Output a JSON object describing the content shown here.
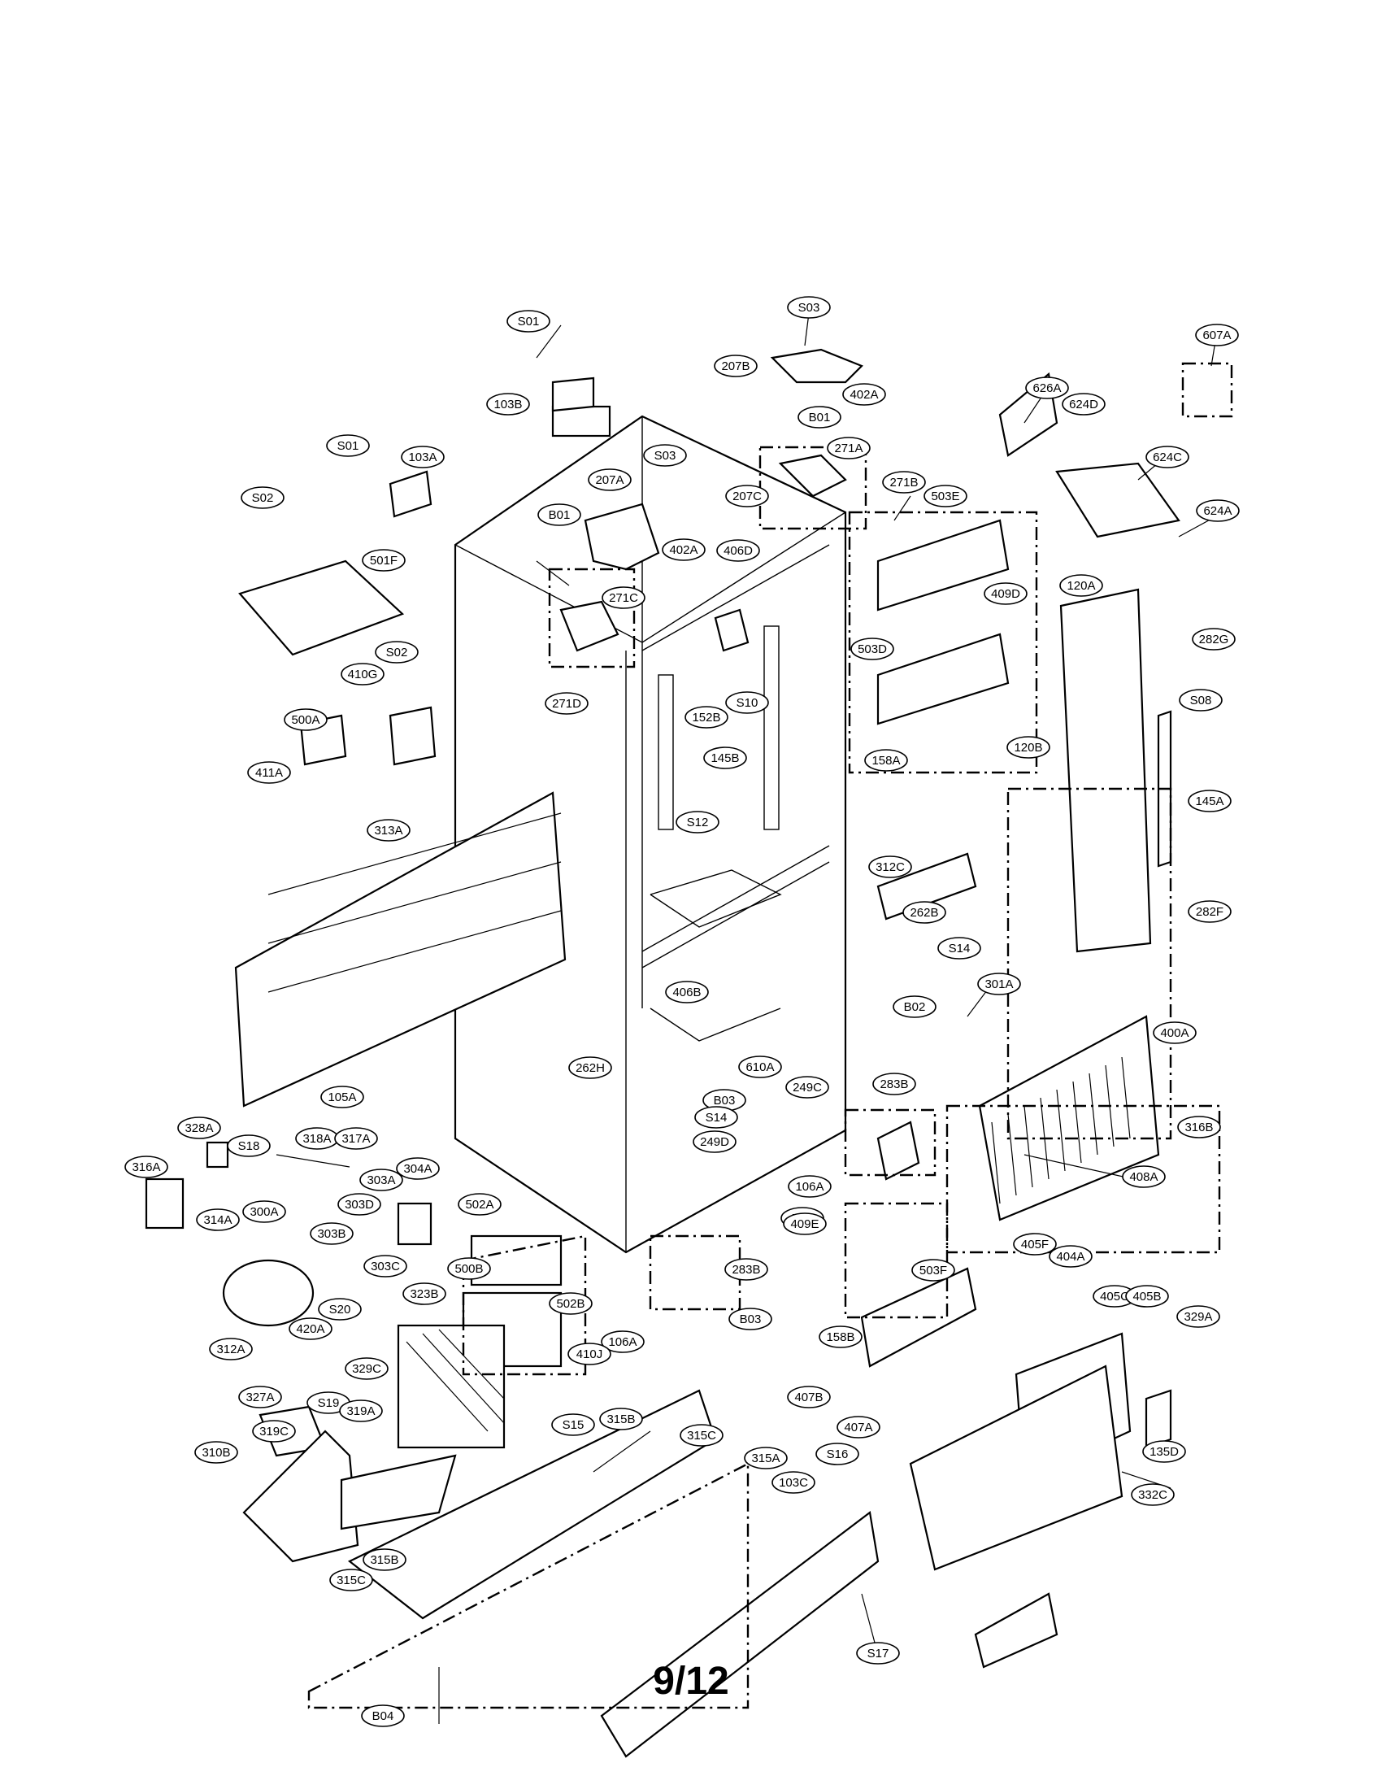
{
  "page_number": "9/12",
  "callouts": [
    "S01",
    "S03",
    "207B",
    "402A",
    "607A",
    "103B",
    "B01",
    "626A",
    "624D",
    "S01",
    "103A",
    "S03",
    "271A",
    "271B",
    "624C",
    "S02",
    "207A",
    "207C",
    "503E",
    "624A",
    "B01",
    "406D",
    "501F",
    "271C",
    "402A",
    "409D",
    "120A",
    "S02",
    "410G",
    "282G",
    "S10",
    "503D",
    "271D",
    "152B",
    "S08",
    "500A",
    "145B",
    "158A",
    "120B",
    "411A",
    "313A",
    "312C",
    "145A",
    "S12",
    "282F",
    "262B",
    "S14",
    "301A",
    "406B",
    "B02",
    "400A",
    "262H",
    "610A",
    "B03",
    "249C",
    "105A",
    "S14",
    "283B",
    "316B",
    "328A",
    "318A",
    "317A",
    "S18",
    "249D",
    "316A",
    "304A",
    "303A",
    "106A",
    "408A",
    "B03",
    "303D",
    "502A",
    "409E",
    "300A",
    "314A",
    "303B",
    "500B",
    "405F",
    "404A",
    "303C",
    "283B",
    "503F",
    "323B",
    "502B",
    "405C",
    "405B",
    "S20",
    "B03",
    "329A",
    "420A",
    "158B",
    "106A",
    "312A",
    "329C",
    "410J",
    "327A",
    "407B",
    "S19",
    "319A",
    "315B",
    "S15",
    "407A",
    "319C",
    "315C",
    "310B",
    "315A",
    "S16",
    "135D",
    "103C",
    "332C",
    "315B",
    "315C",
    "S17",
    "B04"
  ]
}
